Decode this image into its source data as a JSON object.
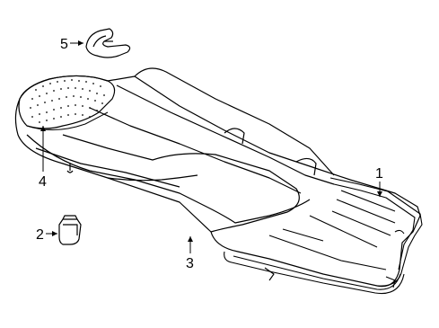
{
  "diagram": {
    "callouts": [
      {
        "id": "1",
        "label": "1"
      },
      {
        "id": "2",
        "label": "2"
      },
      {
        "id": "3",
        "label": "3"
      },
      {
        "id": "4",
        "label": "4"
      },
      {
        "id": "5",
        "label": "5"
      }
    ],
    "colors": {
      "line": "#000000",
      "background": "#ffffff"
    }
  }
}
